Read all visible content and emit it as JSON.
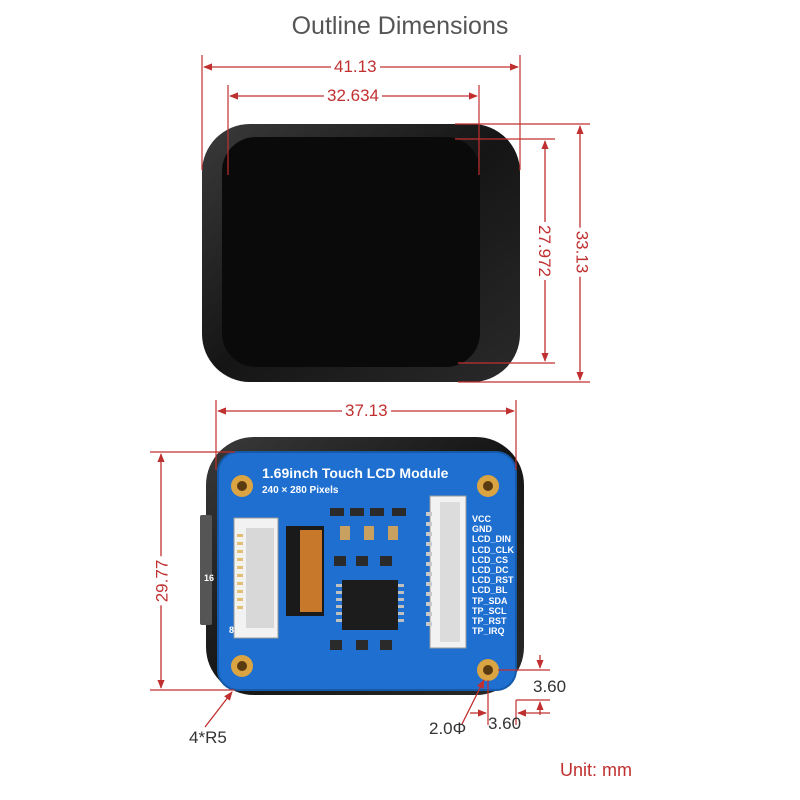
{
  "title": "Outline Dimensions",
  "dimensions": {
    "outer_width": "41.13",
    "inner_width": "32.634",
    "inner_height": "27.972",
    "outer_height": "33.13",
    "pcb_width": "37.13",
    "pcb_height": "29.77",
    "corner_radius": "4*R5",
    "hole_diameter": "2.0Φ",
    "hole_offset_x": "3.60",
    "hole_offset_y": "3.60"
  },
  "unit_label": "Unit: mm",
  "pcb": {
    "title": "1.69inch Touch LCD Module",
    "subtitle": "240 × 280 Pixels",
    "connector_pin_top": "16",
    "connector_pin_bottom": "8",
    "pins": [
      "VCC",
      "GND",
      "LCD_DIN",
      "LCD_CLK",
      "LCD_CS",
      "LCD_DC",
      "LCD_RST",
      "LCD_BL",
      "TP_SDA",
      "TP_SCL",
      "TP_RST",
      "TP_IRQ"
    ]
  },
  "colors": {
    "dimension_line": "#c03030",
    "pcb_blue": "#1e6fd0",
    "screen_black": "#0a0a0a"
  }
}
